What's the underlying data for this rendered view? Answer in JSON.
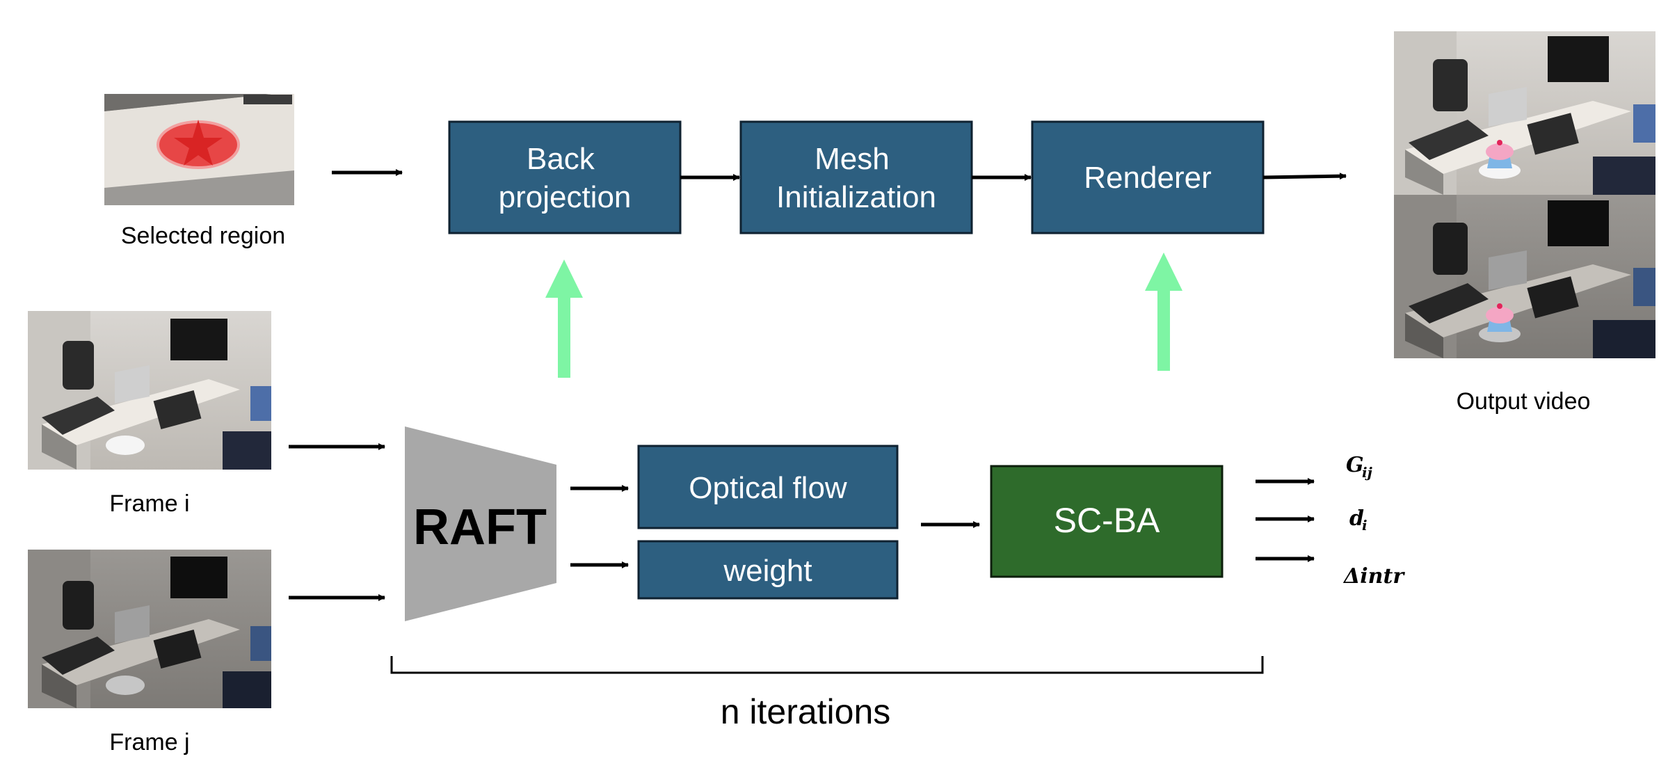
{
  "boxes": {
    "back_projection": [
      "Back",
      "projection"
    ],
    "mesh_initialization": [
      "Mesh",
      "Initialization"
    ],
    "renderer": "Renderer",
    "optical_flow": "Optical flow",
    "weight": "weight",
    "scba": "SC-BA",
    "raft": "RAFT"
  },
  "captions": {
    "selected_region": "Selected region",
    "frame_i": "Frame i",
    "frame_j": "Frame j",
    "output_video": "Output video",
    "iterations": "n iterations"
  },
  "outputs": {
    "g_main": "G",
    "g_sub": "ij",
    "d_main": "d",
    "d_sub": "i",
    "intr": "Δintr"
  },
  "colors": {
    "box_blue": "#2d5f80",
    "box_green": "#2e6b2b",
    "raft_gray": "#a8a8a8",
    "upward_arrow": "#7ef5a4"
  }
}
